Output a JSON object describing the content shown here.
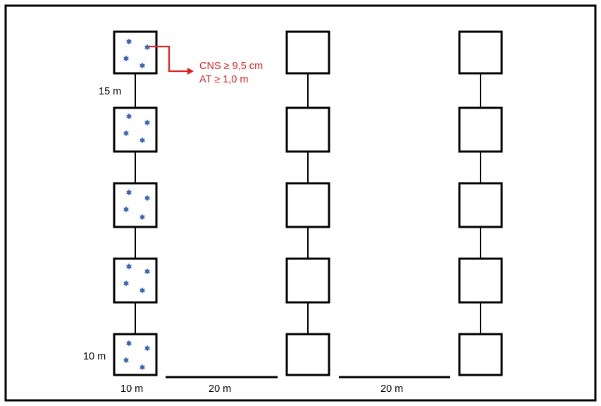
{
  "labels": {
    "spacing_vertical": "15 m",
    "plot_height": "10 m",
    "plot_width": "10 m",
    "gap_first": "20 m",
    "gap_second": "20 m"
  },
  "criteria": {
    "line1": "CNS ≥ 9,5 cm",
    "line2": "AT ≥ 1,0 m",
    "color": "#e02020"
  },
  "colors": {
    "frame": "#000000",
    "plot_border": "#000000",
    "star": "#3c67b5"
  },
  "icons": {
    "plot_marker": "star-icon"
  },
  "layout_summary": {
    "columns": 3,
    "plots_per_column": 5
  }
}
